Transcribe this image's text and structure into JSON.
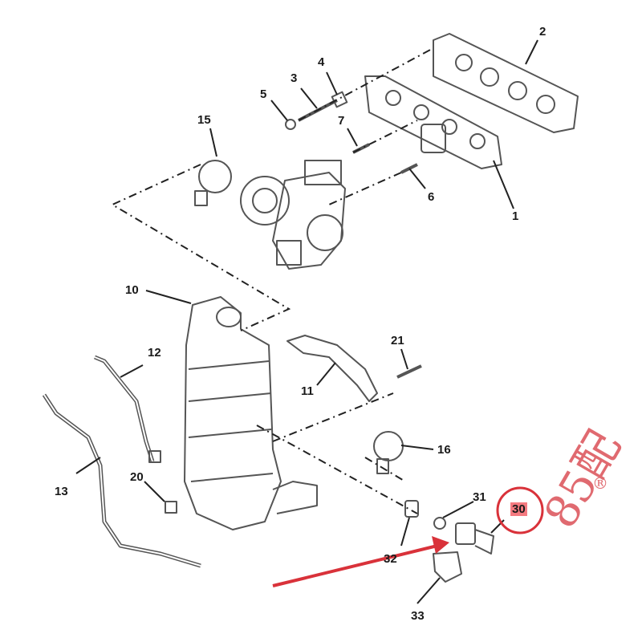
{
  "callouts": [
    "1",
    "2",
    "3",
    "4",
    "5",
    "6",
    "7",
    "10",
    "11",
    "12",
    "13",
    "15",
    "16",
    "20",
    "21",
    "30",
    "31",
    "32",
    "33"
  ],
  "highlight_callout": "30",
  "watermark": {
    "text": "85配",
    "mark": "®"
  },
  "colors": {
    "line": "#222222",
    "part": "#555555",
    "highlight_ring": "#d9323a",
    "arrow": "#d9323a"
  }
}
